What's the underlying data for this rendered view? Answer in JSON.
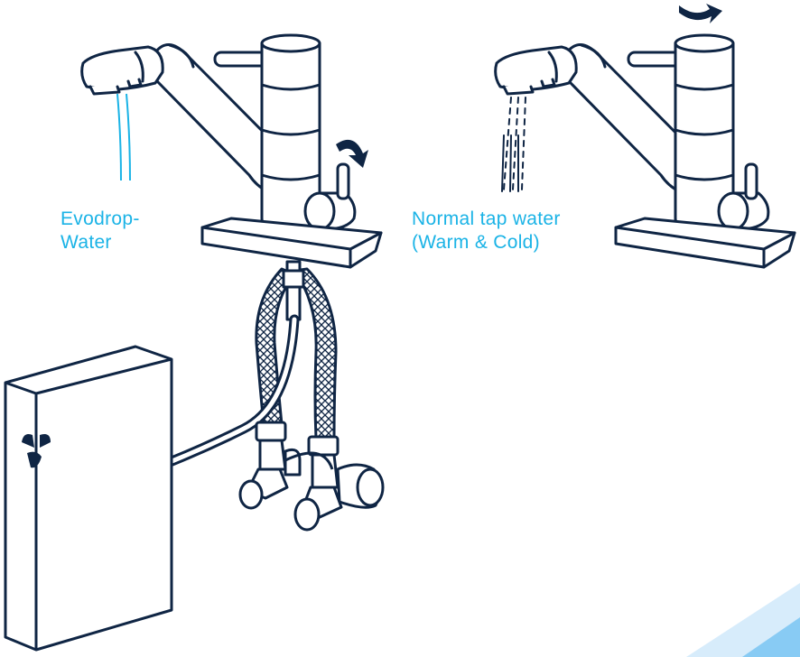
{
  "labels": {
    "evodrop_line1": "Evodrop-",
    "evodrop_line2": "Water",
    "normal_line1": "Normal tap water",
    "normal_line2": "(Warm & Cold)"
  },
  "colors": {
    "outline": "#0f2544",
    "accent": "#1ab3e6",
    "corner_light": "#d7ecfb",
    "corner_mid": "#88cbf4"
  },
  "icons": {
    "filter_logo": "evodrop-logo-icon",
    "rotate_arrow": "rotate-arrow-icon"
  }
}
